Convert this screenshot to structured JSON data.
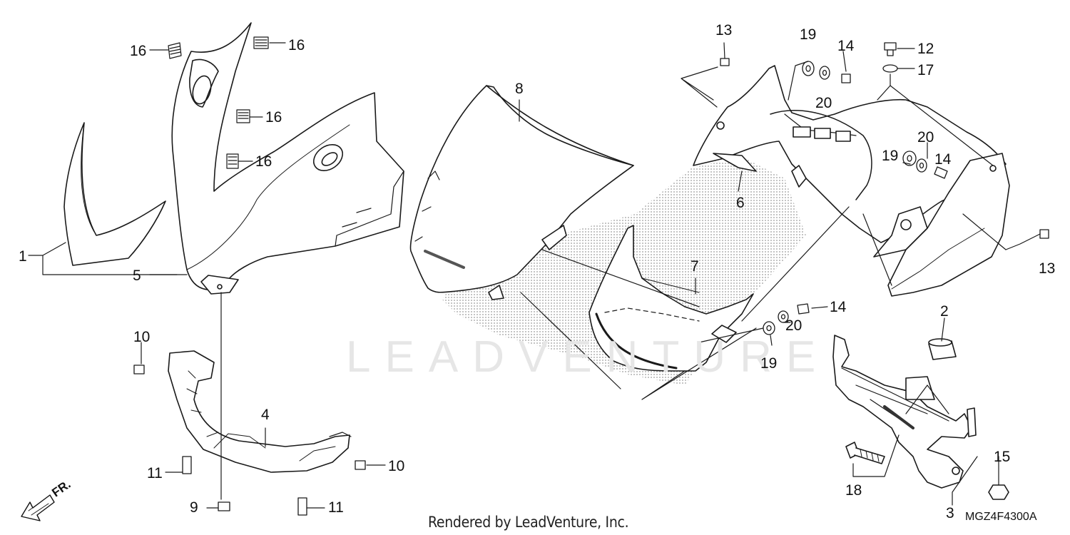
{
  "diagram": {
    "part_labels": [
      {
        "id": "lbl-13a",
        "text": "13"
      },
      {
        "id": "lbl-19a",
        "text": "19"
      },
      {
        "id": "lbl-14a",
        "text": "14"
      },
      {
        "id": "lbl-12",
        "text": "12"
      },
      {
        "id": "lbl-17",
        "text": "17"
      },
      {
        "id": "lbl-20a",
        "text": "20"
      },
      {
        "id": "lbl-16a",
        "text": "16"
      },
      {
        "id": "lbl-16b",
        "text": "16"
      },
      {
        "id": "lbl-16c",
        "text": "16"
      },
      {
        "id": "lbl-16d",
        "text": "16"
      },
      {
        "id": "lbl-8",
        "text": "8"
      },
      {
        "id": "lbl-6",
        "text": "6"
      },
      {
        "id": "lbl-20b",
        "text": "20"
      },
      {
        "id": "lbl-19b",
        "text": "19"
      },
      {
        "id": "lbl-14b",
        "text": "14"
      },
      {
        "id": "lbl-1",
        "text": "1"
      },
      {
        "id": "lbl-5",
        "text": "5"
      },
      {
        "id": "lbl-13b",
        "text": "13"
      },
      {
        "id": "lbl-7",
        "text": "7"
      },
      {
        "id": "lbl-14c",
        "text": "14"
      },
      {
        "id": "lbl-2",
        "text": "2"
      },
      {
        "id": "lbl-10a",
        "text": "10"
      },
      {
        "id": "lbl-20c",
        "text": "20"
      },
      {
        "id": "lbl-19c",
        "text": "19"
      },
      {
        "id": "lbl-4",
        "text": "4"
      },
      {
        "id": "lbl-15",
        "text": "15"
      },
      {
        "id": "lbl-10b",
        "text": "10"
      },
      {
        "id": "lbl-11a",
        "text": "11"
      },
      {
        "id": "lbl-18",
        "text": "18"
      },
      {
        "id": "lbl-9",
        "text": "9"
      },
      {
        "id": "lbl-11b",
        "text": "11"
      },
      {
        "id": "lbl-3",
        "text": "3"
      }
    ],
    "direction_label": "FR.",
    "footer": "Rendered by LeadVenture, Inc.",
    "diagram_code": "MGZ4F4300A",
    "watermark": "LEADVENTURE"
  }
}
